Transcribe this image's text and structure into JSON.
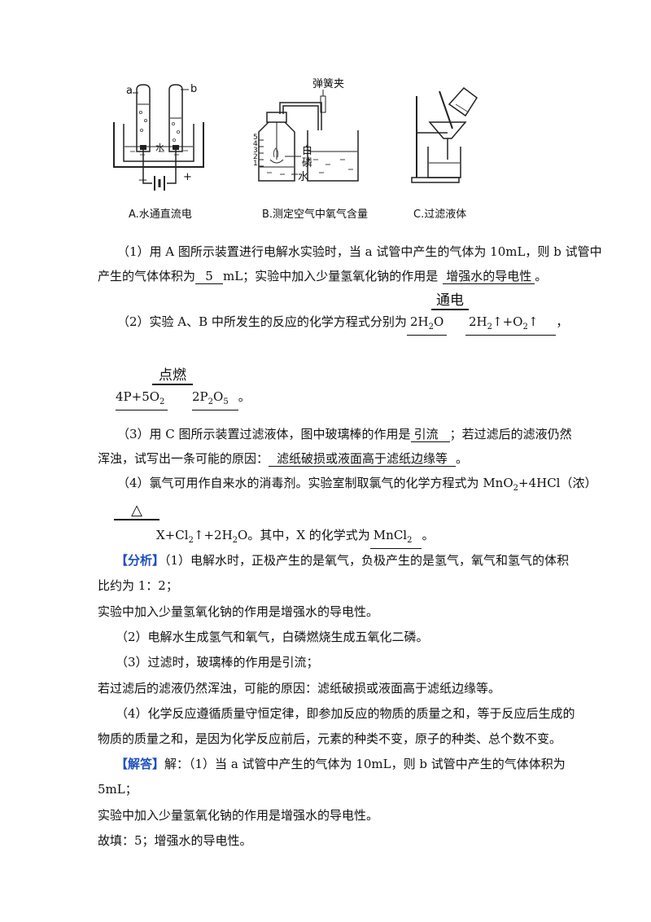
{
  "figures": {
    "a_label": "a",
    "b_label": "b",
    "minus": "－",
    "plus": "+",
    "water_in_a": "水",
    "clip_label": "弹簧夹",
    "phosphorus_label": "白磷",
    "water_label": "水",
    "scale_marks": [
      "5",
      "4",
      "3",
      "2",
      "1"
    ],
    "captions": [
      "A.水通直流电",
      "B.测定空气中氧气含量",
      "C.过滤液体"
    ]
  },
  "q1": {
    "line1": "（1）用 A 图所示装置进行电解水实验时，当 a 试管中产生的气体为 10mL，则 b 试管中",
    "line2_prefix": "产生的气体体积为",
    "ans1": "5",
    "unit": "mL；实验中加入少量氢氧化钠的作用是",
    "ans2": "增强水的导电性",
    "end": "。"
  },
  "q2": {
    "condition1": "通电",
    "prefix": "（2）实验 A、B 中所发生的反应的化学方程式分别为",
    "eq1_left": "2H",
    "eq1_left_sub": "2",
    "eq1_left_tail": "O",
    "eq1_right": "2H",
    "eq1_right_sub": "2",
    "eq1_right_mid": "↑+O",
    "eq1_right_sub2": "2",
    "eq1_right_tail": "↑",
    "comma": "，",
    "condition2": "点燃",
    "eq2_left": "4P+5O",
    "eq2_left_sub": "2",
    "eq2_right": "2P",
    "eq2_right_sub1": "2",
    "eq2_right_mid": "O",
    "eq2_right_sub2": "5",
    "end": "。"
  },
  "q3": {
    "line1_prefix": "（3）用 C 图所示装置过滤液体，图中玻璃棒的作用是",
    "ans1": "引流",
    "line1_suffix": "；若过滤后的滤液仍然",
    "line2_prefix": "浑浊，试写出一条可能的原因：",
    "ans2": "滤纸破损或液面高于滤纸边缘等",
    "end": "。"
  },
  "q4": {
    "line1": "（4）氯气可用作自来水的消毒剂。实验室制取氯气的化学方程式为 MnO",
    "line1_sub": "2",
    "line1_tail": "+4HCl（浓）",
    "condition": "△",
    "line2_a": "X+Cl",
    "line2_sub": "2",
    "line2_b": "↑+2H",
    "line2_sub2": "2",
    "line2_c": "O。其中，X 的化学式为",
    "ans": "MnCl",
    "ans_sub": "2",
    "end": "。"
  },
  "analysis": {
    "tag": "【分析】",
    "l1": "（1）电解水时，正极产生的是氧气，负极产生的是氢气，氧气和氢气的体积",
    "l2": "比约为 1：2；",
    "l3": "实验中加入少量氢氧化钠的作用是增强水的导电性。",
    "l4": "（2）电解水生成氢气和氧气，白磷燃烧生成五氧化二磷。",
    "l5": "（3）过滤时，玻璃棒的作用是引流；",
    "l6": "若过滤后的滤液仍然浑浊，可能的原因：滤纸破损或液面高于滤纸边缘等。",
    "l7": "（4）化学反应遵循质量守恒定律，即参加反应的物质的质量之和，等于反应后生成的",
    "l8": "物质的质量之和，是因为化学反应前后，元素的种类不变，原子的种类、总个数不变。"
  },
  "answer": {
    "tag": "【解答】",
    "l1": "解：（1）当 a 试管中产生的气体为 10mL，则 b 试管中产生的气体体积为",
    "l2": "5mL；",
    "l3": "实验中加入少量氢氧化钠的作用是增强水的导电性。",
    "l4": "故填：5；增强水的导电性。"
  }
}
